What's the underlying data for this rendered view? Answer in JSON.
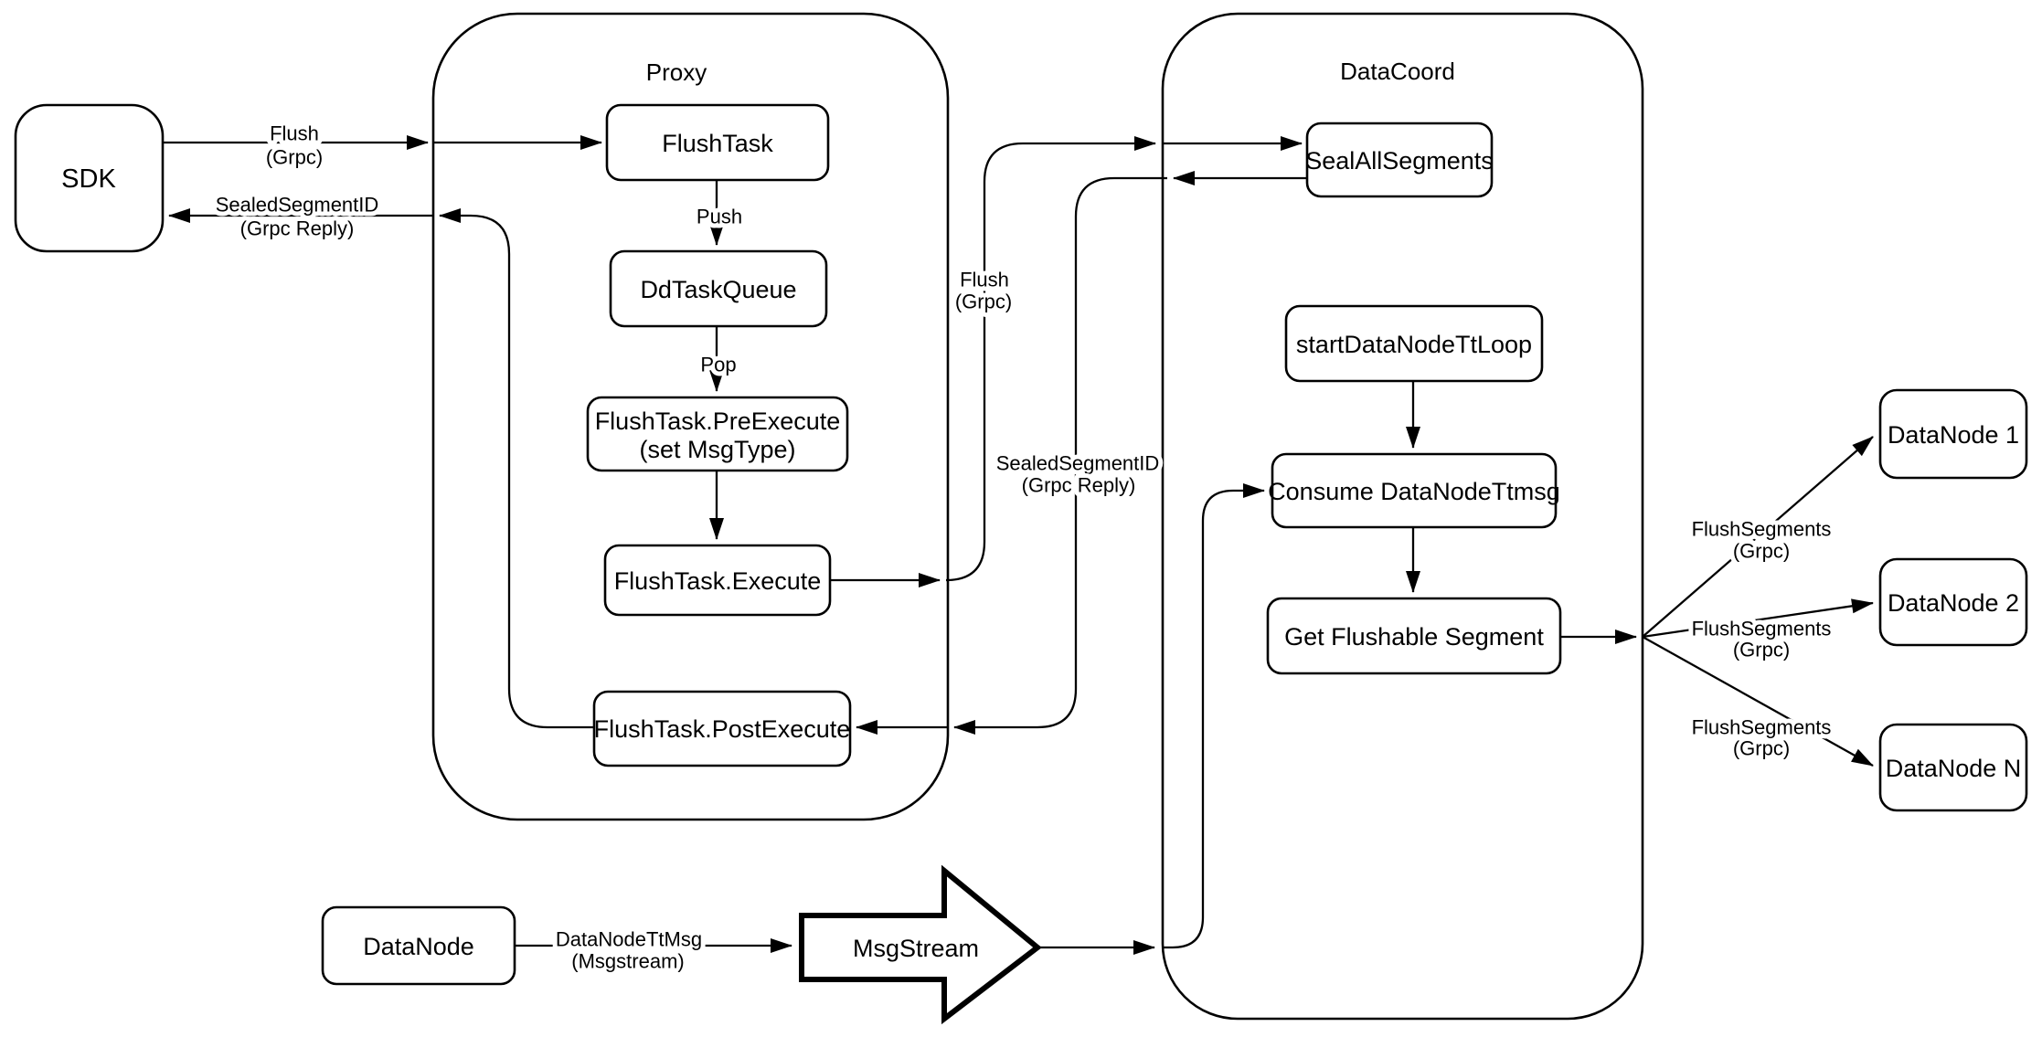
{
  "colors": {
    "stroke": "#000000",
    "background": "#ffffff"
  },
  "containers": {
    "proxy": {
      "label": "Proxy"
    },
    "datacoord": {
      "label": "DataCoord"
    }
  },
  "nodes": {
    "sdk": {
      "label": "SDK"
    },
    "flush_task": {
      "label": "FlushTask"
    },
    "dd_task_queue": {
      "label": "DdTaskQueue"
    },
    "pre_execute": {
      "line1": "FlushTask.PreExecute",
      "line2": "(set MsgType)"
    },
    "execute": {
      "label": "FlushTask.Execute"
    },
    "post_execute": {
      "label": "FlushTask.PostExecute"
    },
    "seal_all_segments": {
      "label": "SealAllSegments"
    },
    "start_data_node_tt_loop": {
      "label": "startDataNodeTtLoop"
    },
    "consume_data_node_ttmsg": {
      "label": "Consume DataNodeTtmsg"
    },
    "get_flushable_segment": {
      "label": "Get Flushable Segment"
    },
    "data_node_1": {
      "label": "DataNode 1"
    },
    "data_node_2": {
      "label": "DataNode 2"
    },
    "data_node_n": {
      "label": "DataNode N"
    },
    "data_node": {
      "label": "DataNode"
    },
    "msg_stream": {
      "label": "MsgStream"
    }
  },
  "edge_labels": {
    "sdk_flush": {
      "line1": "Flush",
      "line2": "(Grpc)"
    },
    "sdk_reply": {
      "line1": "SealedSegmentID",
      "line2": "(Grpc Reply)"
    },
    "push": "Push",
    "pop": "Pop",
    "proxy_flush": {
      "line1": "Flush",
      "line2": "(Grpc)"
    },
    "coord_reply": {
      "line1": "SealedSegmentID",
      "line2": "(Grpc Reply)"
    },
    "flush_segments_1": {
      "line1": "FlushSegments",
      "line2": "(Grpc)"
    },
    "flush_segments_2": {
      "line1": "FlushSegments",
      "line2": "(Grpc)"
    },
    "flush_segments_3": {
      "line1": "FlushSegments",
      "line2": "(Grpc)"
    },
    "data_node_tt_msg": {
      "line1": "DataNodeTtMsg",
      "line2": "(Msgstream)"
    }
  }
}
